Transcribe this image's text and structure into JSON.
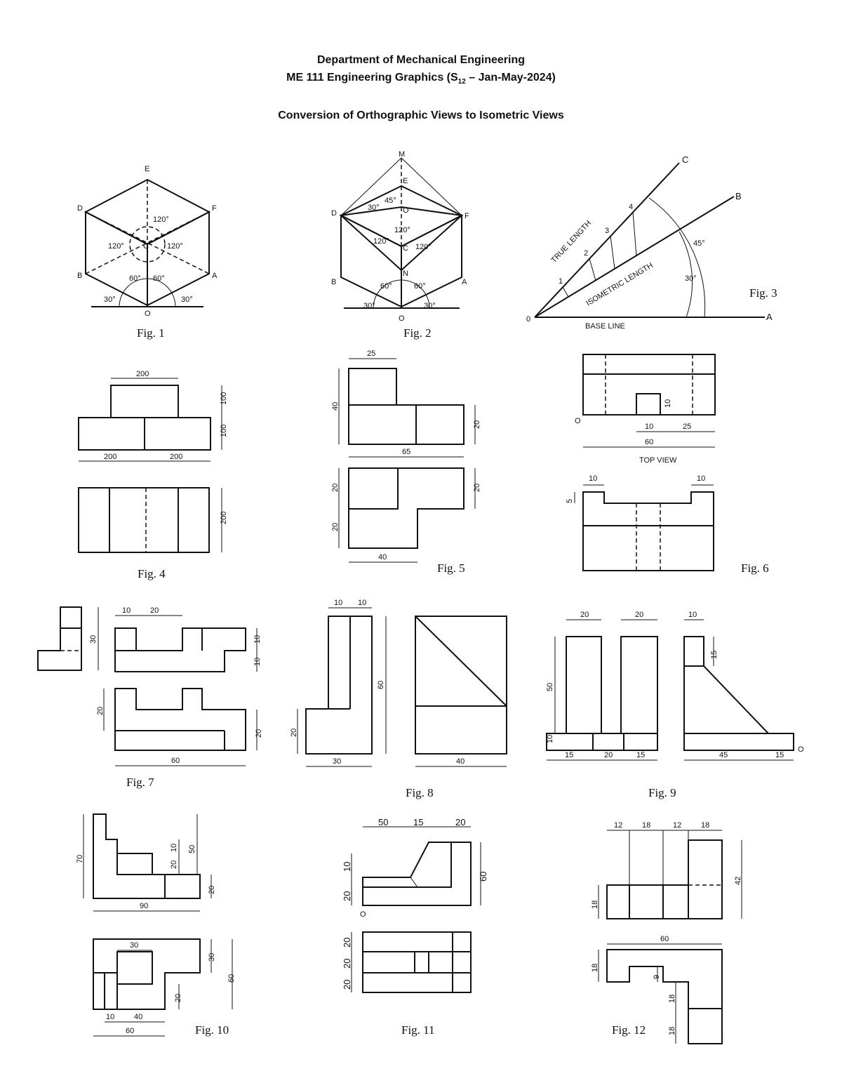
{
  "header": {
    "line1": "Department of Mechanical Engineering",
    "line2_pre": "ME 111 Engineering Graphics (S",
    "line2_sub": "12",
    "line2_post": " – Jan-May-2024)",
    "line3": "Conversion of Orthographic Views to Isometric Views"
  },
  "captions": {
    "fig1": "Fig. 1",
    "fig2": "Fig. 2",
    "fig3": "Fig. 3",
    "fig4": "Fig. 4",
    "fig5": "Fig. 5",
    "fig6": "Fig. 6",
    "fig7": "Fig. 7",
    "fig8": "Fig. 8",
    "fig9": "Fig. 9",
    "fig10": "Fig. 10",
    "fig11": "Fig. 11",
    "fig12": "Fig. 12"
  },
  "fig1": {
    "E": "E",
    "D": "D",
    "F": "F",
    "C": "C",
    "B": "B",
    "A": "A",
    "O": "O",
    "a120": "120°",
    "a60": "60°",
    "a30": "30°"
  },
  "fig2": {
    "M": "M",
    "E": "E",
    "O": "O",
    "D": "D",
    "F": "F",
    "C": "C",
    "N": "N",
    "B": "B",
    "A": "A",
    "O2": "O",
    "a45": "45°",
    "a30": "30°",
    "a120": "120°",
    "a60": "60°"
  },
  "fig3": {
    "C": "C",
    "B": "B",
    "A": "A",
    "O": "0",
    "true_length": "TRUE LENGTH",
    "iso_length": "ISOMETRIC LENGTH",
    "base_line": "BASE LINE",
    "a45": "45°",
    "a30": "30°",
    "n1": "1",
    "n2": "2",
    "n3": "3",
    "n4": "4"
  },
  "fig4": {
    "d200": "200",
    "d100": "100"
  },
  "fig5": {
    "d25": "25",
    "d40": "40",
    "d20": "20",
    "d65": "65"
  },
  "fig6": {
    "top_view": "TOP VIEW",
    "d10": "10",
    "d25": "25",
    "d60": "60",
    "d5": "5",
    "o": "O"
  },
  "fig7": {
    "d10": "10",
    "d20": "20",
    "d30": "30",
    "d60": "60"
  },
  "fig8": {
    "d10": "10",
    "d60": "60",
    "d20": "20",
    "d30": "30",
    "d40": "40"
  },
  "fig9": {
    "d20": "20",
    "d10": "10",
    "d15": "15",
    "d50": "50",
    "d45": "45",
    "o": "O"
  },
  "fig10": {
    "d70": "70",
    "d10": "10",
    "d20": "20",
    "d50": "50",
    "d90": "90",
    "d30": "30",
    "d60": "60",
    "d40": "40"
  },
  "fig11": {
    "d50": "50",
    "d15": "15",
    "d20": "20",
    "d10": "10",
    "d60": "60",
    "o": "O"
  },
  "fig12": {
    "d12": "12",
    "d18": "18",
    "d42": "42",
    "d60": "60",
    "d9": "9"
  }
}
